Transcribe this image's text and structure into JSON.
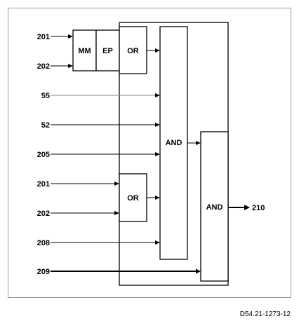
{
  "blocks": {
    "mm": "MM",
    "ep": "EP",
    "or_top": "OR",
    "or_bottom": "OR",
    "and_main": "AND",
    "and_output": "AND"
  },
  "inputs": [
    "201",
    "202",
    "55",
    "52",
    "205",
    "201",
    "202",
    "208",
    "209"
  ],
  "output": "210",
  "reference": "D54.21-1273-12"
}
